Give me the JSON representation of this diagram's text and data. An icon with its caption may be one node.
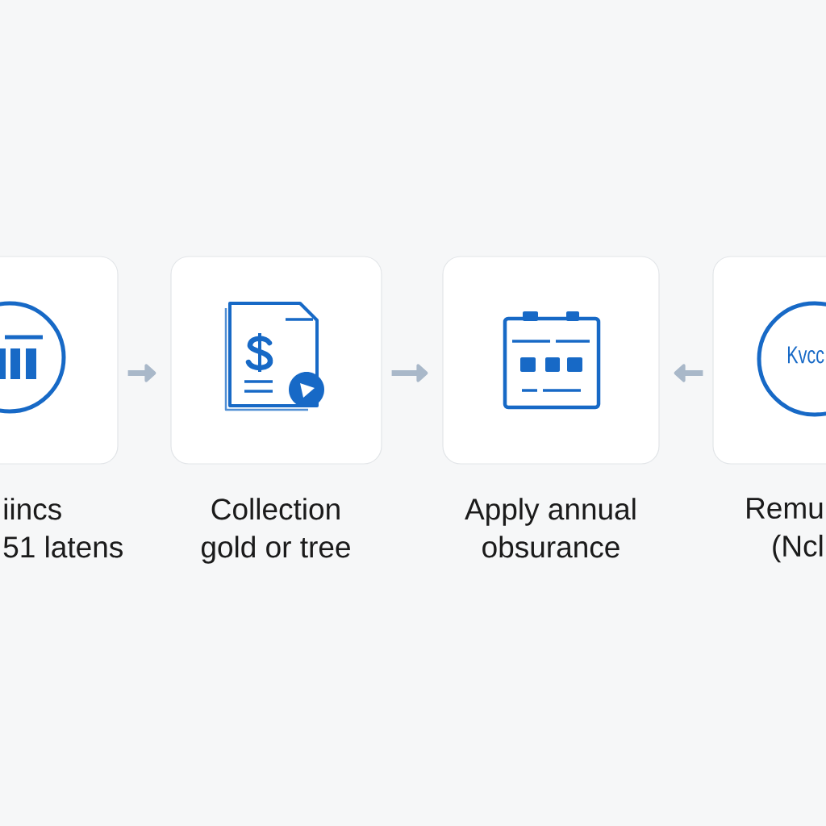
{
  "diagram": {
    "nodes": [
      {
        "text": [
          "iincs 51 latens"
        ]
      },
      {
        "text": [
          "Collection gold or tree"
        ]
      },
      {
        "text": [
          "Apply annual obsurance"
        ]
      },
      {
        "text": [
          "Remu (Ncl"
        ]
      },
      {
        "text": [
          "Kvcc"
        ],
        "in": 3
      }
    ],
    "edges": [
      {
        "from": 0,
        "to": 1,
        "arrow": "to"
      },
      {
        "from": 1,
        "to": 2,
        "arrow": "to"
      },
      {
        "from": 3,
        "to": 2,
        "arrow": "to"
      }
    ]
  }
}
